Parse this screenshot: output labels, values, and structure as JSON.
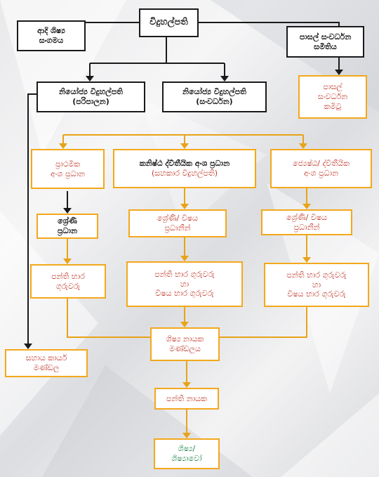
{
  "nodes": {
    "principal": "විදුහල්පති",
    "alumni": [
      "ආදි ශිෂ්‍ය",
      "සංගමය"
    ],
    "sdc": [
      "පාසල් සංවර්ධන",
      "සමිතිය"
    ],
    "sdc_committee": [
      "පාසල්",
      "සංවර්ධන",
      "කමිටු"
    ],
    "dep_admin": [
      "නියෝජ්‍ය විදුහල්පති",
      "(පරිපාලන)"
    ],
    "dep_dev": [
      "නියෝජ්‍ය විදුහල්පති",
      "(සංවර්ධන)"
    ],
    "primary_head": [
      "ප්‍රාථමික",
      "අංශ ප්‍රධාන"
    ],
    "junior_head": [
      "කනිෂ්ඨ ද්විතීයික අංශ ප්‍රධාන",
      "(සහකාර විදුහල්පති)"
    ],
    "senior_head": [
      "ජ්‍යෙෂ්ඨ/ ද්විතීයික",
      "අංශ ප්‍රධාන"
    ],
    "grade_head_1": [
      "ශ්‍රේණි",
      "ප්‍රධාන"
    ],
    "grade_head_2": [
      "ශ්‍රේණි/ විෂය",
      "ප්‍රධානීන්"
    ],
    "grade_head_3": [
      "ශ්‍රේණි/ විෂය",
      "ප්‍රධානීන්"
    ],
    "class_teachers_1": [
      "පන්ති භාර",
      "ගුරුවරු"
    ],
    "class_teachers_2": [
      "පන්ති භාර ගුරුවරු",
      "හා",
      "විෂය භාර ගුරුවරු"
    ],
    "class_teachers_3": [
      "පන්ති භාර ගුරුවරු",
      "හා",
      "විෂය භාර ගුරුවරු"
    ],
    "support_staff": [
      "සහාය කාර්ය",
      "මණ්ඩල"
    ],
    "prefects": [
      "ශිෂ්‍ය නායක",
      "මණ්ඩලය"
    ],
    "monitors": "පන්ති නායක",
    "students": [
      "ශිෂ්‍ය/",
      "ශිෂ්‍යාවෝ"
    ]
  },
  "colors": {
    "dark_border": "#1a1a1a",
    "gold_border": "#f3a81b",
    "text_red": "#c0392b",
    "text_green": "#1e8449",
    "wire_gold": "#e8a317"
  }
}
